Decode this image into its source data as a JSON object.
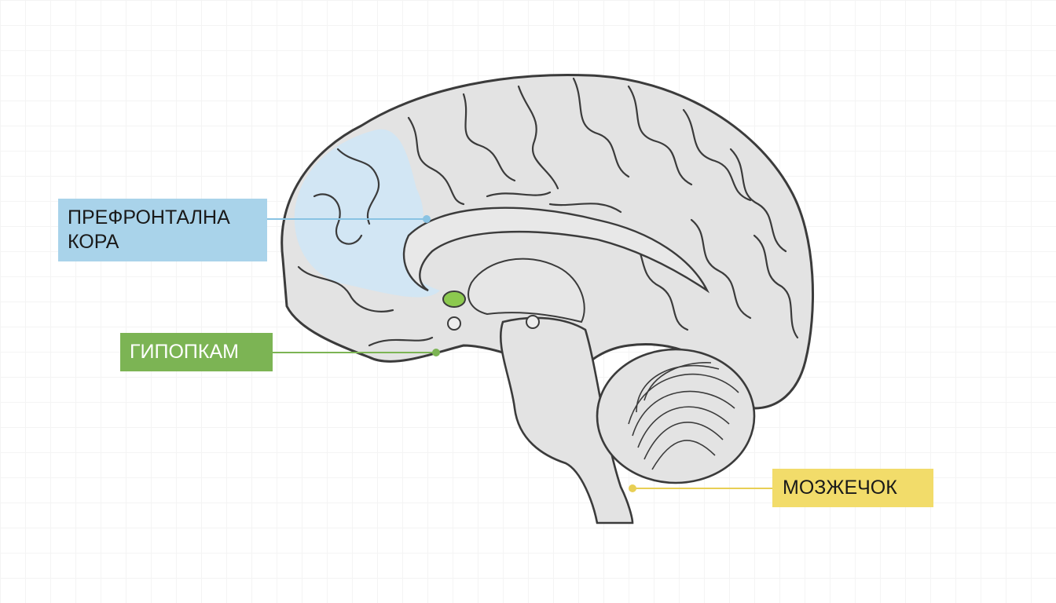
{
  "diagram": {
    "labels": [
      {
        "id": "prefrontal",
        "text": "ПРЕФРОНТАЛНА\nКОРА",
        "color": "#a9d3ea",
        "line_color": "#89c3e3"
      },
      {
        "id": "hippocampus",
        "text": "ГИПОПКАМ",
        "color": "#7cb454",
        "line_color": "#7cb454"
      },
      {
        "id": "cerebellum",
        "text": "МОЗЖЕЧОК",
        "color": "#f2dc6a",
        "line_color": "#e8cf55"
      }
    ],
    "colors": {
      "brain_fill": "#e3e3e3",
      "outline": "#3b3b3b",
      "prefrontal_highlight": "#cfe6f5",
      "hippocampus_highlight": "#8cc94f"
    }
  }
}
